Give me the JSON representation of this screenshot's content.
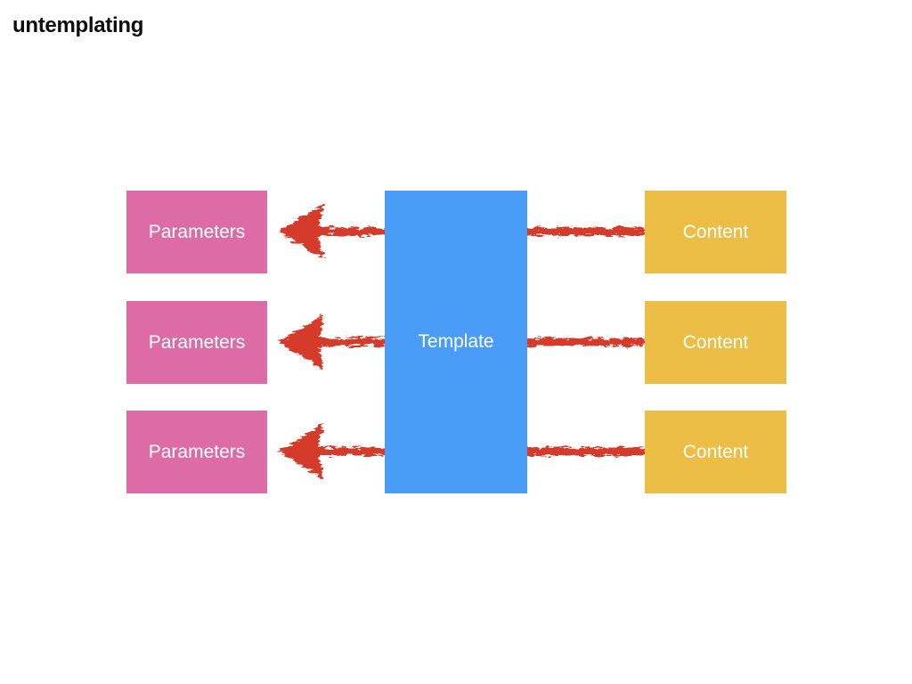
{
  "title": "untemplating",
  "diagram": {
    "template_label": "Template",
    "rows": [
      {
        "parameters_label": "Parameters",
        "content_label": "Content"
      },
      {
        "parameters_label": "Parameters",
        "content_label": "Content"
      },
      {
        "parameters_label": "Parameters",
        "content_label": "Content"
      }
    ],
    "arrow_direction": "right-to-left",
    "colors": {
      "parameters_box": "#dd6ba6",
      "template_box": "#4a9df6",
      "content_box": "#ecbe45",
      "arrow": "#d43b29",
      "box_label_text": "#ffffff",
      "title_text": "#0d0d0d",
      "background": "#ffffff"
    }
  }
}
